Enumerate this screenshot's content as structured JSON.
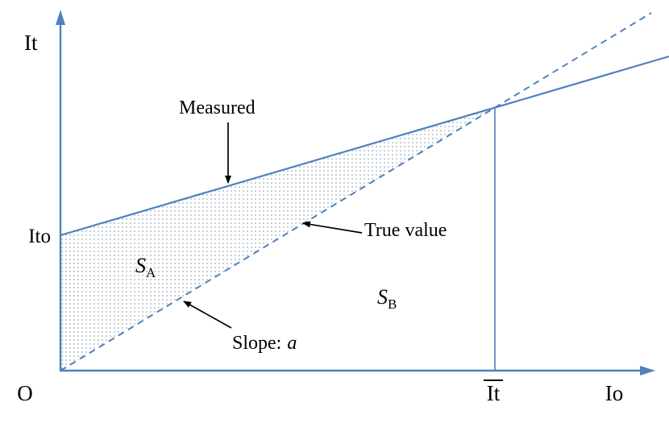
{
  "figure": {
    "colors": {
      "line": "#4f81bd",
      "arrow": "#000000",
      "dots": "#97a5b3",
      "background": "#ffffff"
    },
    "axis": {
      "y_label": "It",
      "x_label": "Io",
      "origin": "O",
      "y_intercept": "Ito",
      "x_intersection": "It"
    },
    "annotations": {
      "measured": "Measured",
      "true_value": "True value",
      "slope_text": "Slope:",
      "slope_symbol": "a",
      "region_a_symbol": "S",
      "region_a_sub": "A",
      "region_b_symbol": "S",
      "region_b_sub": "B"
    },
    "lines": {
      "measured_style": "solid",
      "true_style": "dashed"
    }
  }
}
